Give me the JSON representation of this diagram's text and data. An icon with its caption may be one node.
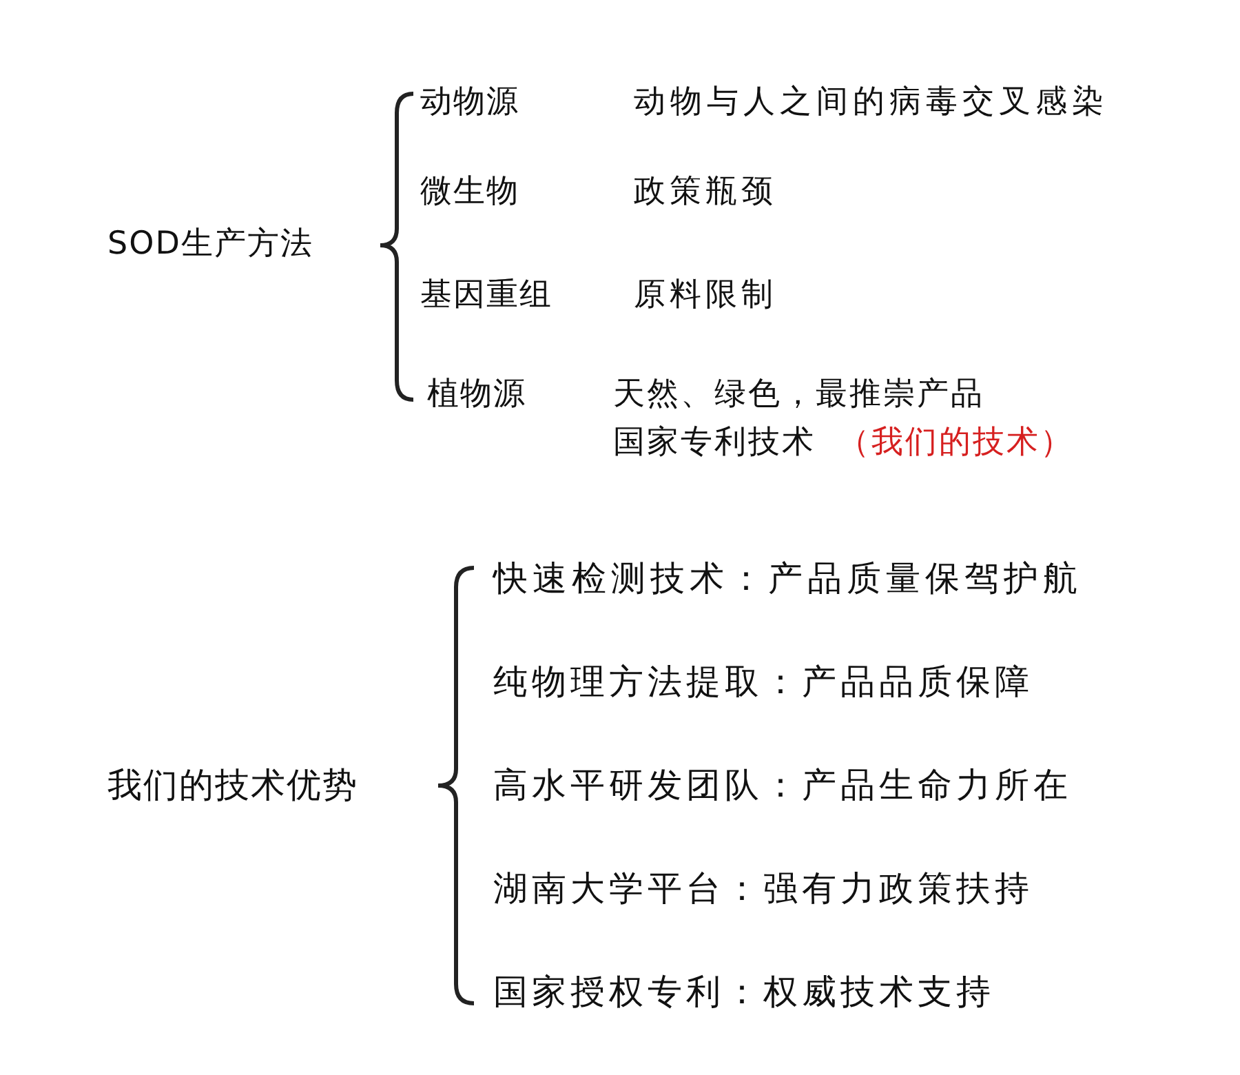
{
  "diagram": {
    "labels": [
      "SOD生产方法",
      "动物源",
      "动物与人之间的病毒交叉感染",
      "微生物",
      "政策瓶颈",
      "基因重组",
      "原料限制",
      "植物源",
      "天然、绿色，最推崇产品",
      "国家专利技术",
      "（我们的技术）",
      "我们的技术优势",
      "快速检测技术：产品质量保驾护航",
      "纯物理方法提取：产品品质保障",
      "高水平研发团队：产品生命力所在",
      "湖南大学平台：强有力政策扶持",
      "国家授权专利：权威技术支持"
    ]
  }
}
